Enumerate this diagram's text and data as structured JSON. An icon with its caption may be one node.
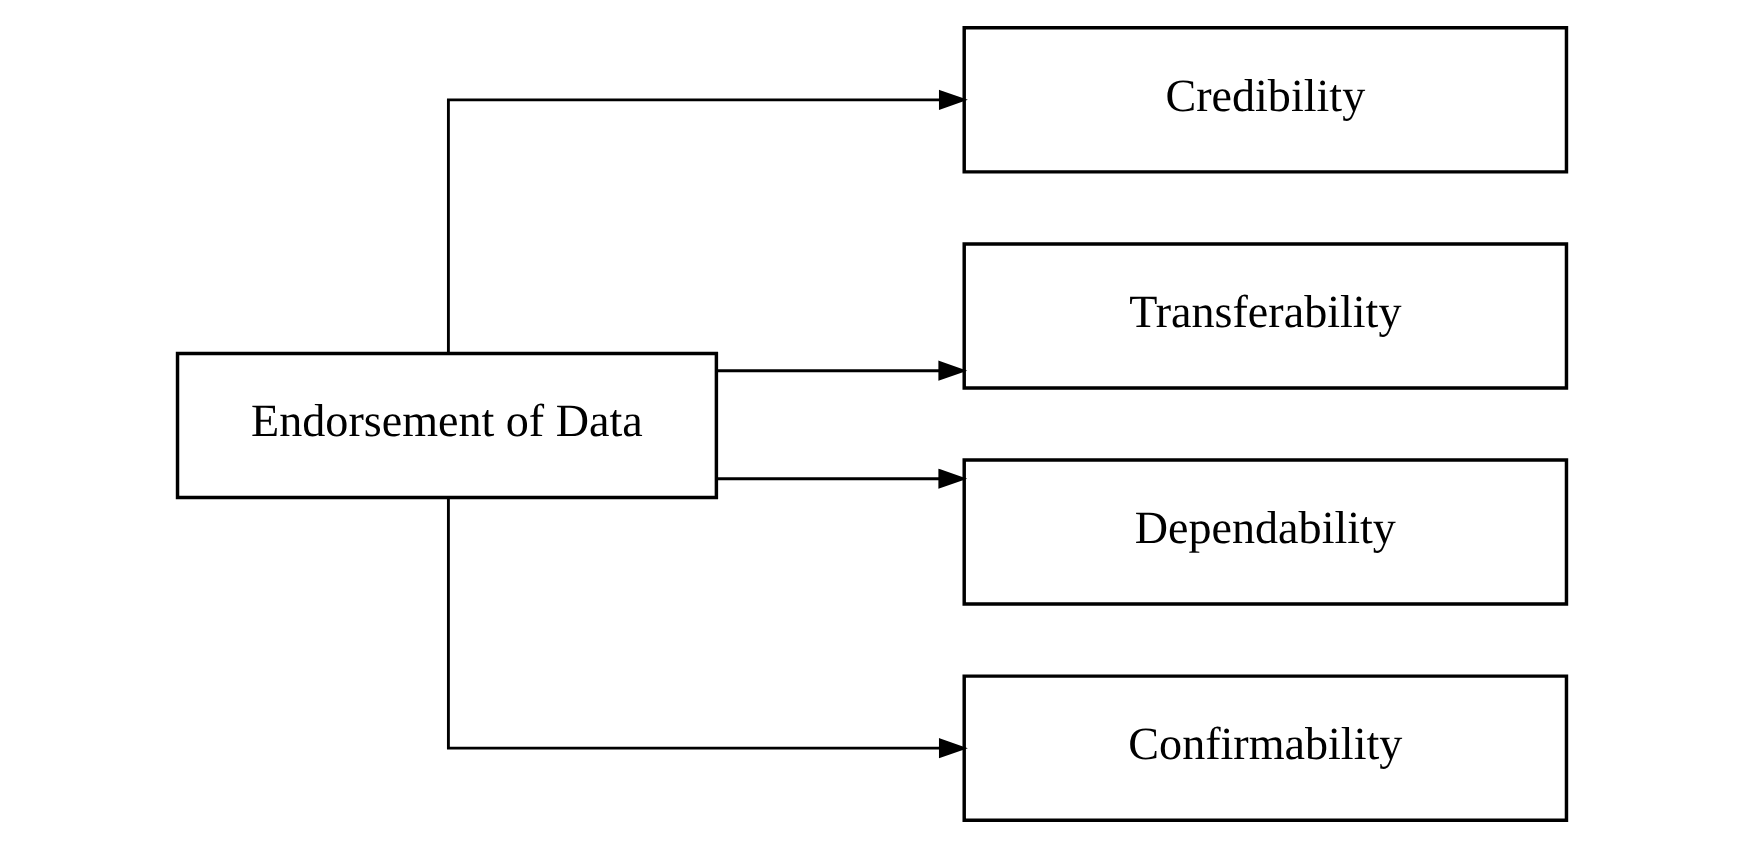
{
  "diagram": {
    "nodes": [
      {
        "text": [
          "Endorsement of Data"
        ]
      },
      {
        "text": [
          "Credibility"
        ]
      },
      {
        "text": [
          "Transferability"
        ]
      },
      {
        "text": [
          "Dependability"
        ]
      },
      {
        "text": [
          "Confirmability"
        ]
      }
    ],
    "edges": [
      {
        "from": 0,
        "to": 1,
        "arrow": "to"
      },
      {
        "from": 0,
        "to": 2,
        "arrow": "to"
      },
      {
        "from": 0,
        "to": 3,
        "arrow": "to"
      },
      {
        "from": 0,
        "to": 4,
        "arrow": "to"
      }
    ]
  }
}
